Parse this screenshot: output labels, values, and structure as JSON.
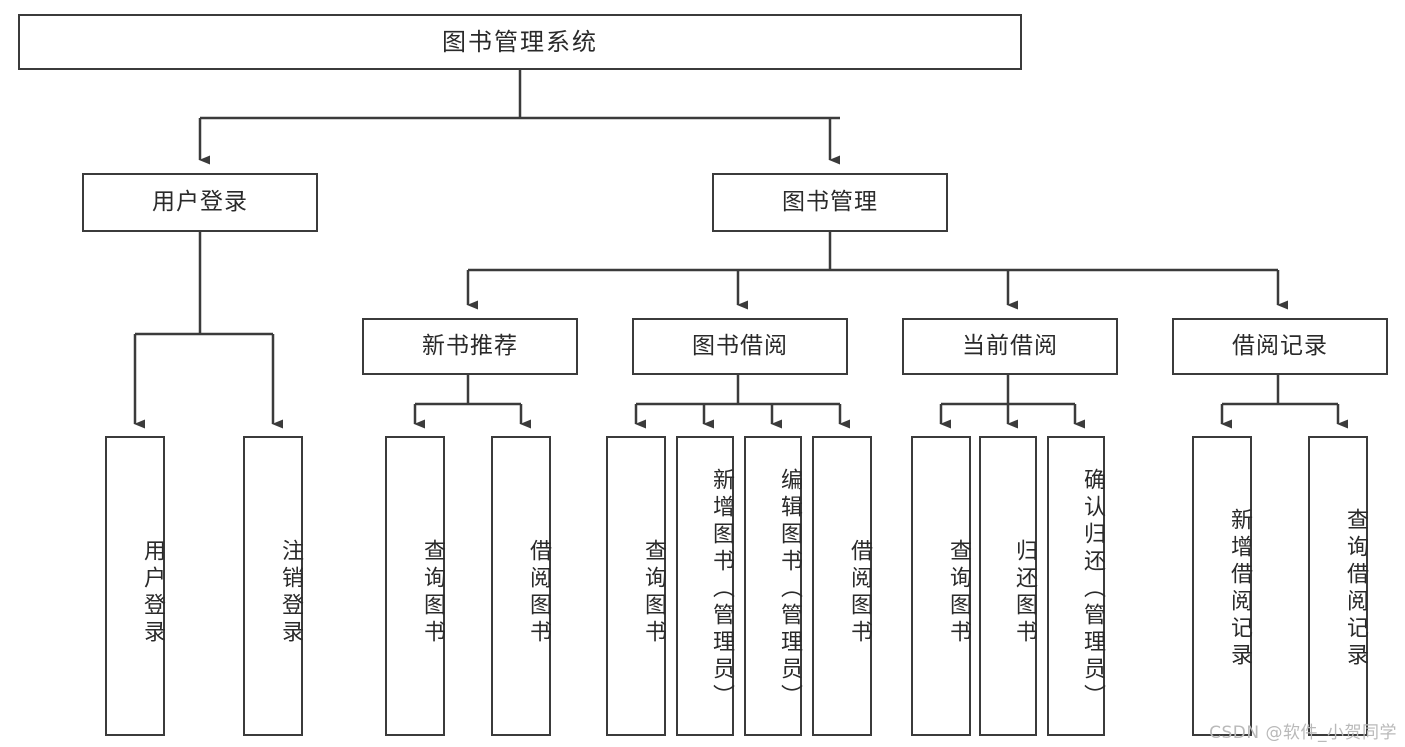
{
  "diagram": {
    "title_node": {
      "label": "图书管理系统"
    },
    "level2": [
      {
        "id": "user-login",
        "label": "用户登录"
      },
      {
        "id": "book-management",
        "label": "图书管理"
      }
    ],
    "level3": [
      {
        "id": "new-book-recommend",
        "label": "新书推荐"
      },
      {
        "id": "book-borrow",
        "label": "图书借阅"
      },
      {
        "id": "current-borrow",
        "label": "当前借阅"
      },
      {
        "id": "borrow-record",
        "label": "借阅记录"
      }
    ],
    "leaves": {
      "user_login": [
        {
          "id": "leaf-user-login",
          "label": "用户登录"
        },
        {
          "id": "leaf-logout-login",
          "label": "注销登录"
        }
      ],
      "new_book_recommend": [
        {
          "id": "leaf-query-book-1",
          "label": "查询图书"
        },
        {
          "id": "leaf-borrow-book-1",
          "label": "借阅图书"
        }
      ],
      "book_borrow": [
        {
          "id": "leaf-query-book-2",
          "label": "查询图书"
        },
        {
          "id": "leaf-add-book",
          "label": "新增图书（管理员）"
        },
        {
          "id": "leaf-edit-book",
          "label": "编辑图书（管理员）"
        },
        {
          "id": "leaf-borrow-book-2",
          "label": "借阅图书"
        }
      ],
      "current_borrow": [
        {
          "id": "leaf-query-book-3",
          "label": "查询图书"
        },
        {
          "id": "leaf-return-book",
          "label": "归还图书"
        },
        {
          "id": "leaf-confirm-return",
          "label": "确认归还（管理员）"
        }
      ],
      "borrow_record": [
        {
          "id": "leaf-add-record",
          "label": "新增借阅记录"
        },
        {
          "id": "leaf-query-record",
          "label": "查询借阅记录"
        }
      ]
    }
  },
  "watermark": {
    "text": "CSDN @软件_小贺同学"
  },
  "colors": {
    "stroke": "#3b3b3b",
    "text": "#2a2a2a",
    "background": "#ffffff",
    "watermark": "#b9b9b9"
  }
}
